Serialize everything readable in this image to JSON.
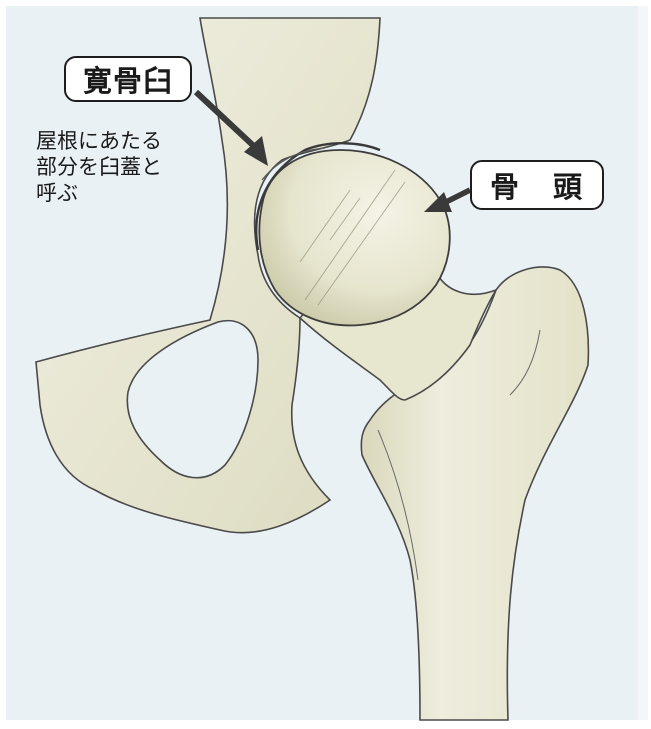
{
  "labels": {
    "acetabulum": "寛骨臼",
    "femoral_head": "骨 頭",
    "note_lines": [
      "屋根にあたる",
      "部分を臼蓋と",
      "呼ぶ"
    ]
  },
  "colors": {
    "panel": "#eaf1f4",
    "bone": "#f0efe1",
    "bone_shade": "#c9c9a6",
    "outline": "#4a4a4a",
    "arrow": "#3a3a3a"
  }
}
